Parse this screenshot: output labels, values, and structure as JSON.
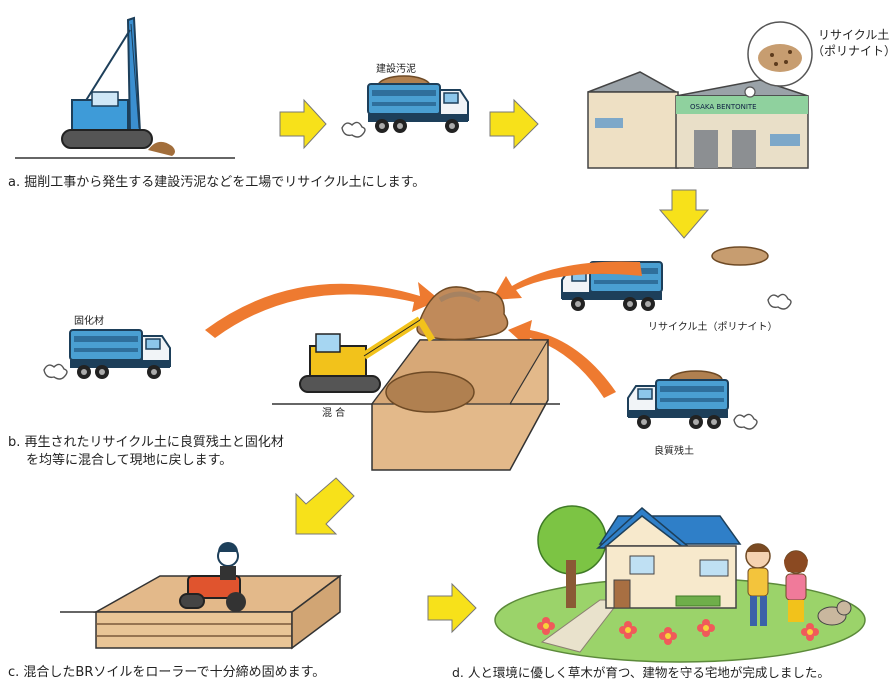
{
  "captions": {
    "a": "a. 掘削工事から発生する建設汚泥などを工場でリサイクル土にします。",
    "b_line1": "b. 再生されたリサイクル土に良質残土と固化材",
    "b_line2": "を均等に混合して現地に戻します。",
    "c": "c. 混合したBRソイルをローラーで十分締め固めます。",
    "d": "d. 人と環境に優しく草木が育つ、建物を守る宅地が完成しました。"
  },
  "labels": {
    "sludge": "建設汚泥",
    "recycled_soil_bubble": "リサイクル土",
    "recycled_soil_bubble_sub": "（ポリナイト）",
    "factory_sign": "OSAKA BENTONITE",
    "recycled_soil_truck": "リサイクル土（ポリナイト）",
    "solidifier": "固化材",
    "quality_soil": "良質残土",
    "mixing": "混 合"
  },
  "colors": {
    "arrow_yellow": "#f7e11a",
    "arrow_orange": "#ee7a30",
    "truck_blue": "#3a93c9",
    "soil_brown": "#b08050",
    "ground_tan": "#e3b98a",
    "excavator_yellow": "#f2c21b",
    "roof_blue": "#2f7fc8",
    "grass_green": "#9bd36a"
  }
}
